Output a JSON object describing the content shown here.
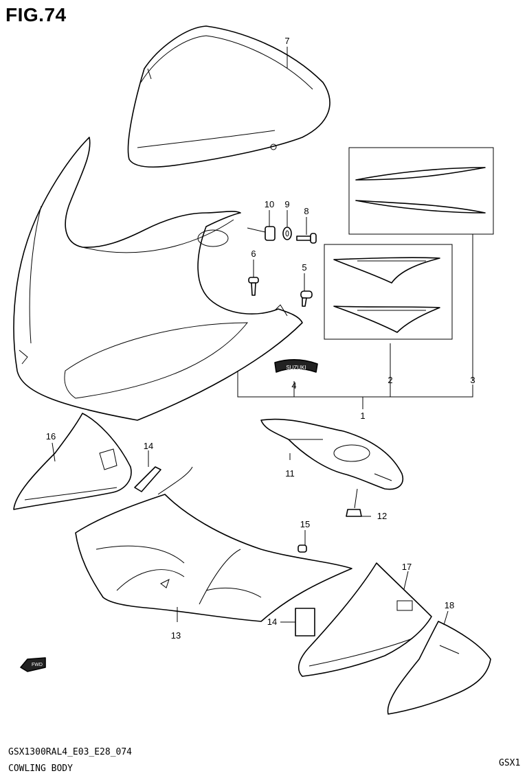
{
  "figure": {
    "title": "FIG.74",
    "model_code": "GSX1300RAL4_E03_E28_074",
    "section_name": "COWLING BODY",
    "corner_tag": "GSX1",
    "fwd_label": "FWD"
  },
  "callouts": [
    "7",
    "10",
    "9",
    "8",
    "6",
    "5",
    "4",
    "2",
    "3",
    "1",
    "11",
    "12",
    "16",
    "14",
    "15",
    "17",
    "18",
    "13",
    "14"
  ],
  "emblem_text": "SUZUKI"
}
